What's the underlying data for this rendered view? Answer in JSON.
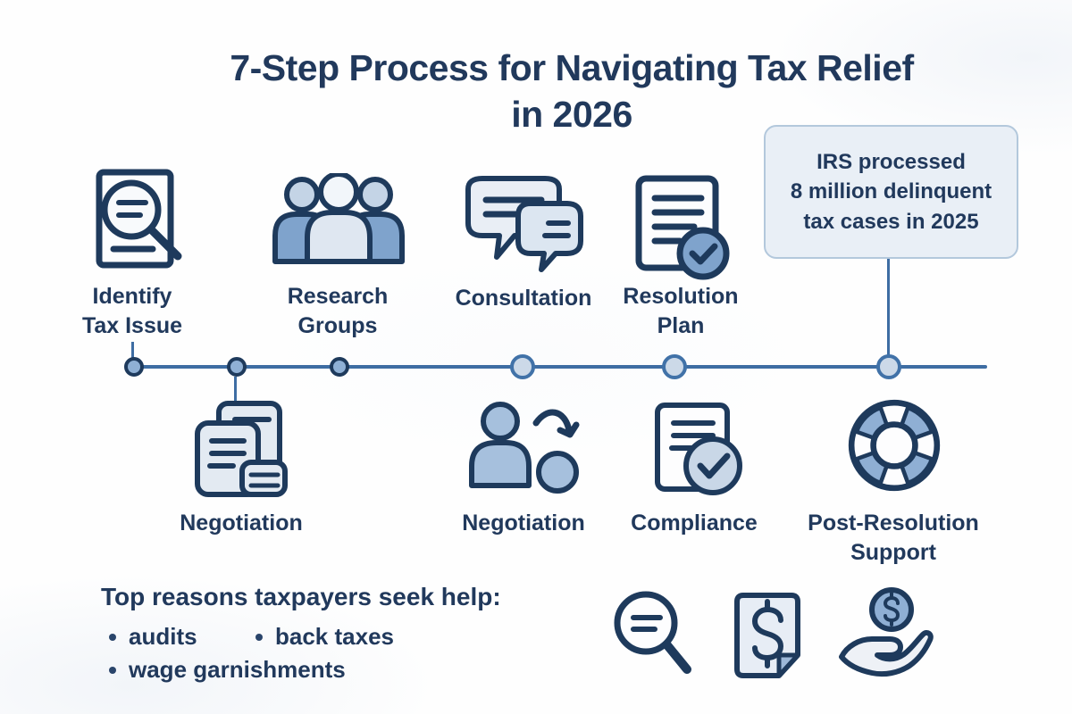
{
  "colors": {
    "navy": "#1e3a5c",
    "line_blue": "#3e6da3",
    "fill_medium_blue": "#7fa3cc",
    "fill_light_blue": "#dfe7f1",
    "callout_bg": "#e9eff6",
    "callout_border": "#b3c8dc"
  },
  "title": {
    "line1": "7-Step Process for Navigating Tax Relief",
    "line2": "in 2026"
  },
  "callout": {
    "line1": "IRS processed",
    "line2": "8 million delinquent",
    "line3": "tax cases in 2025"
  },
  "steps_top": [
    {
      "label_line1": "Identify",
      "label_line2": "Tax Issue",
      "icon": "document-magnifier-icon"
    },
    {
      "label_line1": "Research",
      "label_line2": "Groups",
      "icon": "people-group-icon"
    },
    {
      "label_line1": "Consultation",
      "label_line2": "",
      "icon": "chat-bubbles-icon"
    },
    {
      "label_line1": "Resolution",
      "label_line2": "Plan",
      "icon": "document-check-icon"
    }
  ],
  "steps_bottom": [
    {
      "label_line1": "Negotiation",
      "label_line2": "",
      "icon": "stacked-documents-icon"
    },
    {
      "label_line1": "Negotiation",
      "label_line2": "",
      "icon": "person-cycle-arrow-icon"
    },
    {
      "label_line1": "Compliance",
      "label_line2": "",
      "icon": "document-checkmark-icon"
    },
    {
      "label_line1": "Post-Resolution",
      "label_line2": "Support",
      "icon": "life-ring-icon"
    }
  ],
  "reasons": {
    "heading": "Top reasons taxpayers seek help:",
    "items": [
      "audits",
      "back taxes",
      "wage garnishments"
    ]
  },
  "footer_icons": [
    "magnifier-icon",
    "dollar-document-icon",
    "hand-coin-icon"
  ]
}
